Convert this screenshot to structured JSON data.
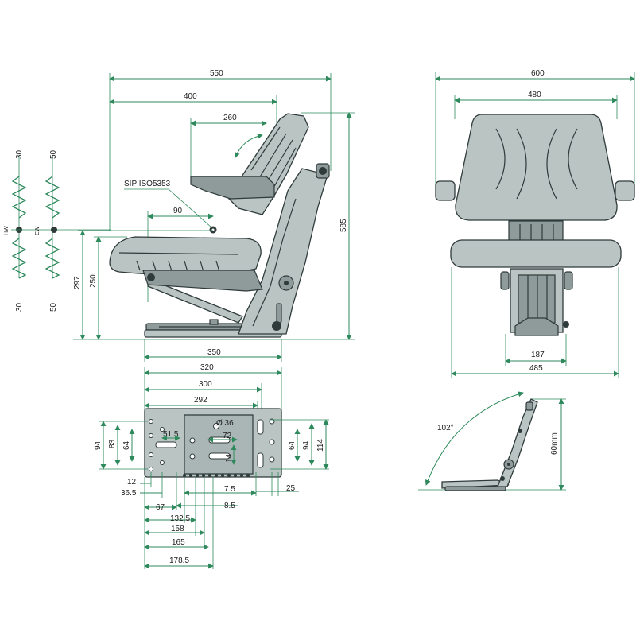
{
  "colors": {
    "dimension": "#2e8a5c",
    "seat_fill": "#b9c4c3",
    "seat_dark": "#8e9b9a",
    "outline": "#2f3a3a"
  },
  "side_view": {
    "dims": {
      "overall_depth": "550",
      "seat_depth": "400",
      "backrest_adjust": "260",
      "sip_offset": "90",
      "overall_height": "585",
      "height_297": "297",
      "height_250": "250",
      "base_350": "350"
    },
    "sip_label": "SIP ISO5353"
  },
  "springs": {
    "hw_label": "HW",
    "hw_up": "30",
    "hw_down": "30",
    "ew_label": "EW",
    "ew_up": "50",
    "ew_down": "50"
  },
  "front_view": {
    "dims": {
      "overall_width": "600",
      "backrest_width": "480",
      "base_187": "187",
      "seat_width": "485"
    }
  },
  "base_plate": {
    "dims": {
      "d320": "320",
      "d300": "300",
      "d292": "292",
      "dia": "Ø 36",
      "d51_5": "51.5",
      "d72": "72",
      "d14": "14",
      "d94_left": "94",
      "d83": "83",
      "d64_left": "64",
      "d64_right": "64",
      "d94_right": "94",
      "d114": "114",
      "d12": "12",
      "d36_5": "36.5",
      "d67": "67",
      "d7_5": "7.5",
      "d25": "25",
      "d8_5": "8.5",
      "d132_5": "132.5",
      "d158": "158",
      "d165": "165",
      "d178_5": "178.5"
    }
  },
  "tilt_view": {
    "angle": "102°",
    "height": "60mm"
  }
}
